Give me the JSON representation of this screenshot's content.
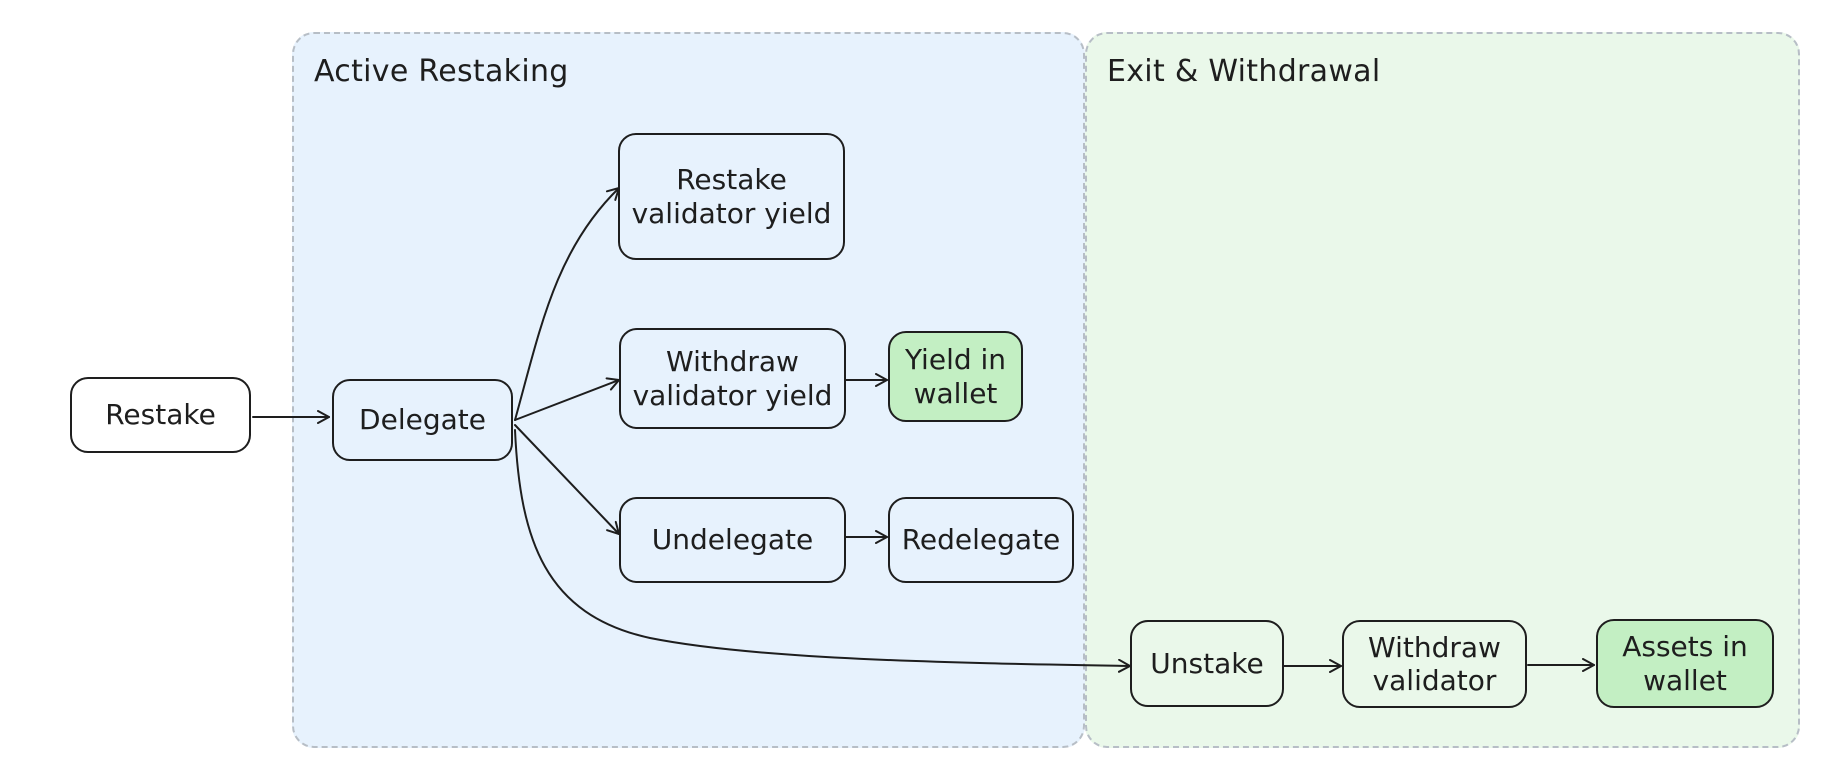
{
  "groups": {
    "active": {
      "title": "Active Restaking",
      "fill": "#e7f2fd"
    },
    "exit": {
      "title": "Exit & Withdrawal",
      "fill": "#eaf8ea"
    }
  },
  "nodes": {
    "restake": "Restake",
    "delegate": "Delegate",
    "restake_yield": "Restake\nvalidator yield",
    "withdraw_yield": "Withdraw\nvalidator yield",
    "yield_wallet": "Yield in\nwallet",
    "undelegate": "Undelegate",
    "redelegate": "Redelegate",
    "unstake": "Unstake",
    "withdraw_validator": "Withdraw\nvalidator",
    "assets_wallet": "Assets in\nwallet"
  },
  "colors": {
    "stroke": "#1e1e1e",
    "wallet_accent": "#c3efc3",
    "group_border": "#b7bec6"
  }
}
